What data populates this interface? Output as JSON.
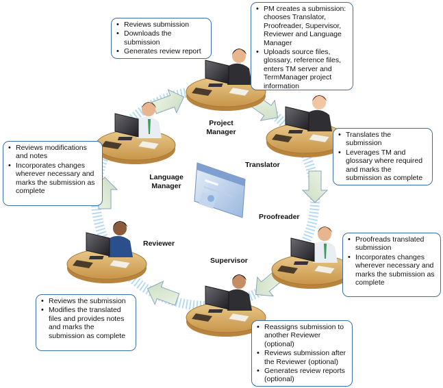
{
  "roles": {
    "project_manager": "Project\nManager",
    "translator": "Translator",
    "proofreader": "Proofreader",
    "supervisor": "Supervisor",
    "reviewer": "Reviewer",
    "language_manager": "Language\nManager"
  },
  "boxes": {
    "project_manager": [
      "PM creates a submission: chooses Translator, Proofreader, Supervisor, Reviewer and Language Manager",
      "Uploads source files, glossary, reference files, enters TM server and TermManager project information"
    ],
    "top_left": [
      "Reviews submission",
      "Downloads the submission",
      "Generates review report"
    ],
    "translator": [
      "Translates the submission",
      "Leverages TM and glossary where required and marks the submission as complete"
    ],
    "proofreader": [
      "Proofreads translated submission",
      "Incorporates changes wherever necessary and marks the submission as complete"
    ],
    "supervisor": [
      "Reassigns submission to another Reviewer (optional)",
      "Reviews submission after the Reviewer (optional)",
      "Generates review reports (optional)"
    ],
    "reviewer": [
      "Reviews the submission",
      "Modifies the translated files and provides notes and marks the submission as complete"
    ],
    "language_manager": [
      "Reviews modifications and notes",
      "Incorporates changes wherever necessary and marks the submission as complete"
    ]
  },
  "colors": {
    "box_border": "#3c6ea8",
    "arrow_fill": "#dde9d2",
    "arrow_stroke": "#8aa4bd",
    "desk": "#d8ad5e",
    "suit_dark": "#2e2e33",
    "shirt_green": "#3f9b5a",
    "ring_blue": "#a9d3ee"
  }
}
